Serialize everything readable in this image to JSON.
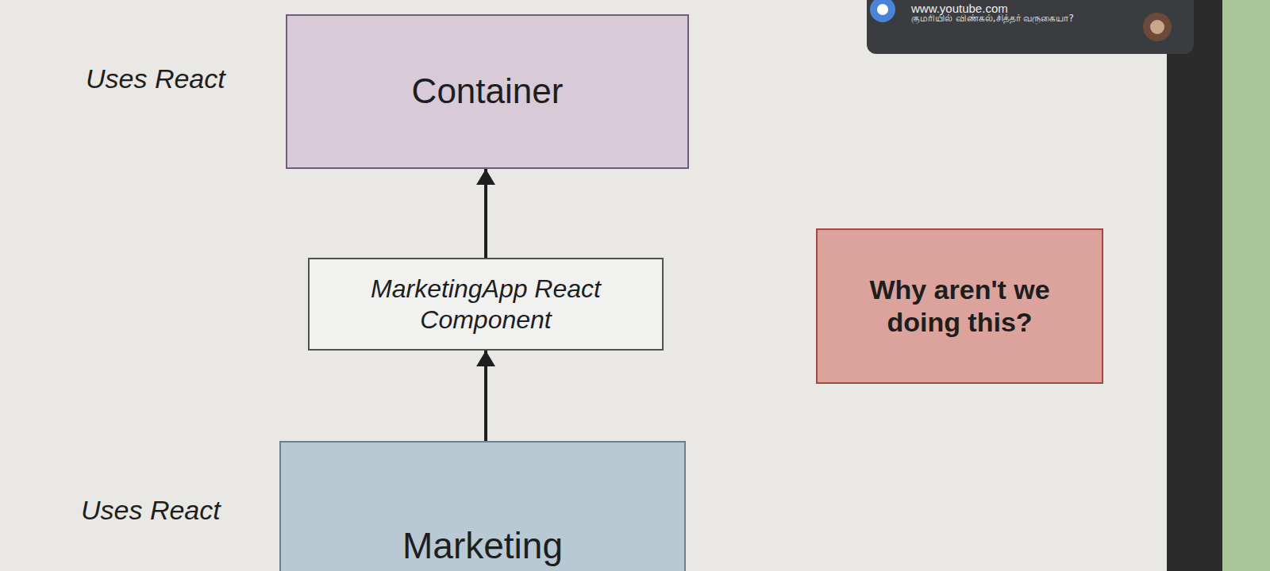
{
  "diagram": {
    "nodes": [
      {
        "text": [
          "Container"
        ]
      },
      {
        "text": [
          "MarketingApp React Component"
        ]
      },
      {
        "text": [
          "Why aren't we doing this?"
        ]
      },
      {
        "text": [
          "Marketing"
        ]
      }
    ],
    "edges": [
      {
        "from": 3,
        "to": 1,
        "arrow": "to"
      },
      {
        "from": 1,
        "to": 0,
        "arrow": "to"
      }
    ],
    "labels": [
      "Uses React",
      "Uses React",
      "www.youtube.com",
      "குமரியில் விண்கல்,சித்தர் வருகையா?"
    ]
  }
}
